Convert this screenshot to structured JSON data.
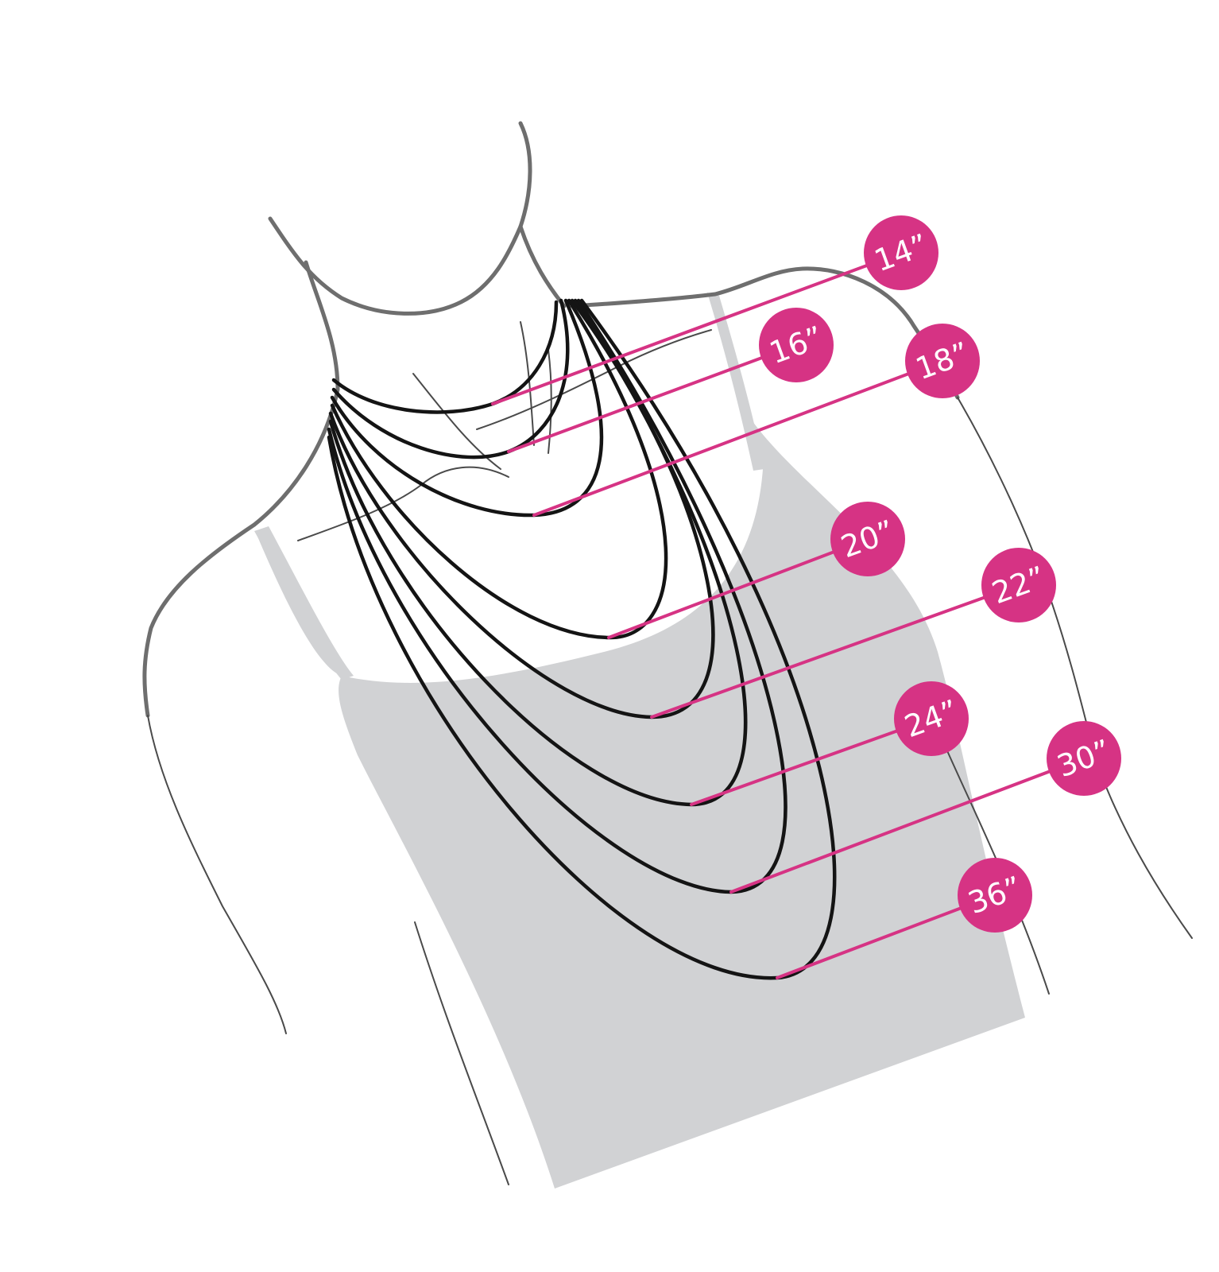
{
  "colors": {
    "accent": "#d63384",
    "chain": "#141414",
    "garment": "#d1d2d4",
    "outline": "#6e6e6e"
  },
  "necklace_lengths": [
    {
      "label": "14”"
    },
    {
      "label": "16”"
    },
    {
      "label": "18”"
    },
    {
      "label": "20”"
    },
    {
      "label": "22”"
    },
    {
      "label": "24”"
    },
    {
      "label": "30”"
    },
    {
      "label": "36”"
    }
  ]
}
